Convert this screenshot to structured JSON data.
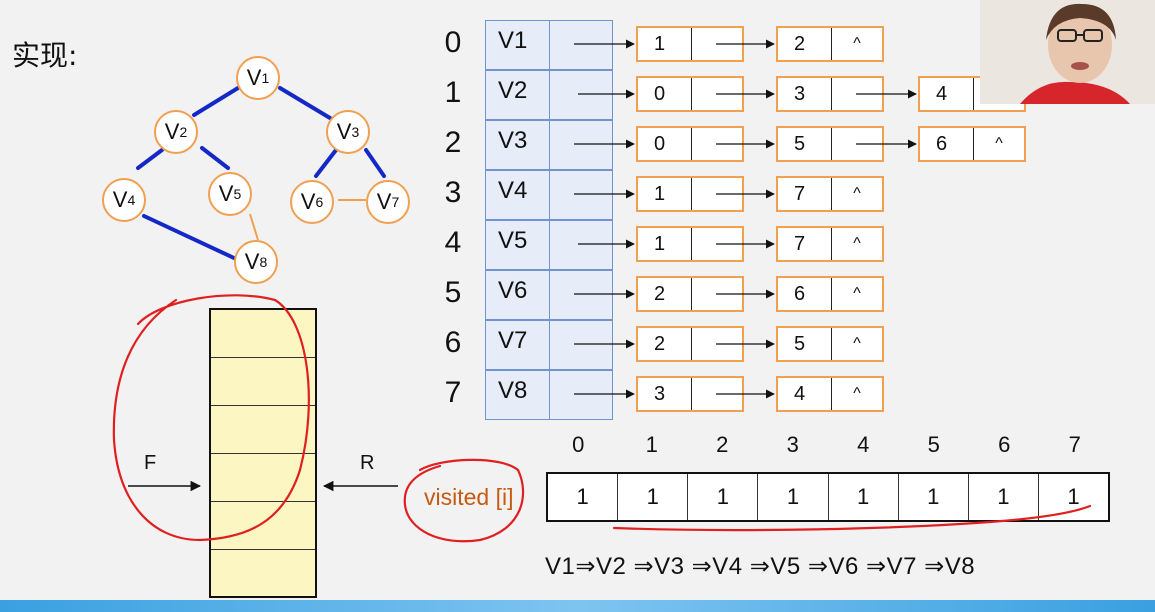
{
  "title": "实现:",
  "graph": {
    "nodes": [
      {
        "base": "V",
        "sub": "1"
      },
      {
        "base": "V",
        "sub": "2"
      },
      {
        "base": "V",
        "sub": "3"
      },
      {
        "base": "V",
        "sub": "4"
      },
      {
        "base": "V",
        "sub": "5"
      },
      {
        "base": "V",
        "sub": "6"
      },
      {
        "base": "V",
        "sub": "7"
      },
      {
        "base": "V",
        "sub": "8"
      }
    ],
    "tree_edge_color": "#1428c8",
    "other_edge_color": "#f0a050"
  },
  "adjacency": {
    "rows": [
      {
        "index": "0",
        "vertex": "V1",
        "list": [
          {
            "d": "1",
            "n": ""
          },
          {
            "d": "2",
            "n": "^"
          }
        ]
      },
      {
        "index": "1",
        "vertex": "V2",
        "list": [
          {
            "d": "0",
            "n": ""
          },
          {
            "d": "3",
            "n": ""
          },
          {
            "d": "4",
            "n": ""
          }
        ]
      },
      {
        "index": "2",
        "vertex": "V3",
        "list": [
          {
            "d": "0",
            "n": ""
          },
          {
            "d": "5",
            "n": ""
          },
          {
            "d": "6",
            "n": "^"
          }
        ]
      },
      {
        "index": "3",
        "vertex": "V4",
        "list": [
          {
            "d": "1",
            "n": ""
          },
          {
            "d": "7",
            "n": "^"
          }
        ]
      },
      {
        "index": "4",
        "vertex": "V5",
        "list": [
          {
            "d": "1",
            "n": ""
          },
          {
            "d": "7",
            "n": "^"
          }
        ]
      },
      {
        "index": "5",
        "vertex": "V6",
        "list": [
          {
            "d": "2",
            "n": ""
          },
          {
            "d": "6",
            "n": "^"
          }
        ]
      },
      {
        "index": "6",
        "vertex": "V7",
        "list": [
          {
            "d": "2",
            "n": ""
          },
          {
            "d": "5",
            "n": "^"
          }
        ]
      },
      {
        "index": "7",
        "vertex": "V8",
        "list": [
          {
            "d": "3",
            "n": ""
          },
          {
            "d": "4",
            "n": "^"
          }
        ]
      }
    ]
  },
  "queue": {
    "front_label": "F",
    "rear_label": "R"
  },
  "visited": {
    "label": "visited [i]",
    "indices": [
      "0",
      "1",
      "2",
      "3",
      "4",
      "5",
      "6",
      "7"
    ],
    "values": [
      "1",
      "1",
      "1",
      "1",
      "1",
      "1",
      "1",
      "1"
    ]
  },
  "traversal_order": "V1⇒V2 ⇒V3 ⇒V4 ⇒V5 ⇒V6 ⇒V7 ⇒V8",
  "colors": {
    "annotation": "#e02020",
    "node_border": "#f0a050",
    "table_border": "#6f95cc",
    "bottom_bar": "#3aa0e0"
  }
}
